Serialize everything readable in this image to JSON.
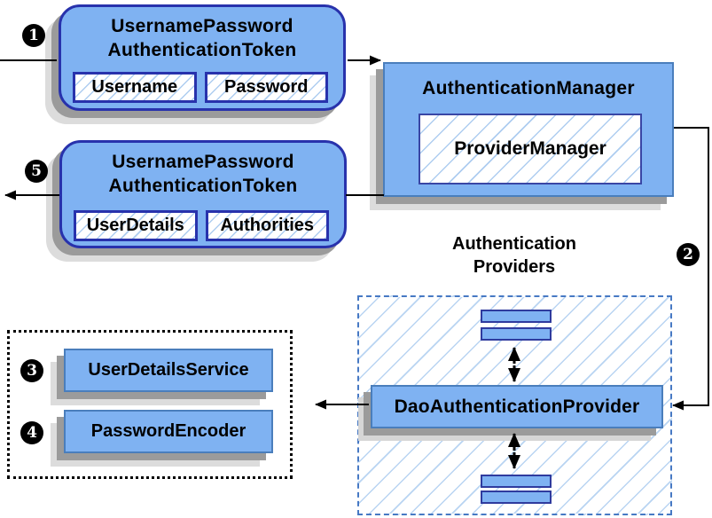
{
  "badges": {
    "step1": "1",
    "step2": "2",
    "step3": "3",
    "step4": "4",
    "step5": "5"
  },
  "token_request": {
    "title_line1": "UsernamePassword",
    "title_line2": "AuthenticationToken",
    "fields": [
      "Username",
      "Password"
    ]
  },
  "authentication_manager": {
    "title": "AuthenticationManager",
    "inner_box": "ProviderManager"
  },
  "token_response": {
    "title_line1": "UsernamePassword",
    "title_line2": "AuthenticationToken",
    "fields": [
      "UserDetails",
      "Authorities"
    ]
  },
  "providers_group": {
    "label_line1": "Authentication",
    "label_line2": "Providers",
    "provider": "DaoAuthenticationProvider"
  },
  "dependencies": {
    "items": [
      "UserDetailsService",
      "PasswordEncoder"
    ]
  },
  "colors": {
    "box_fill": "#7fb2f2",
    "token_border": "#2832ac",
    "box_border": "#4a7ebc",
    "hatch_line": "#aecdf0",
    "dashed_border": "#4779c4",
    "dotted_border": "#000000",
    "shadow_dark": "#9b9b9b",
    "shadow_light": "#dcdcdc",
    "badge_bg": "#000000",
    "badge_text": "#ffffff"
  }
}
